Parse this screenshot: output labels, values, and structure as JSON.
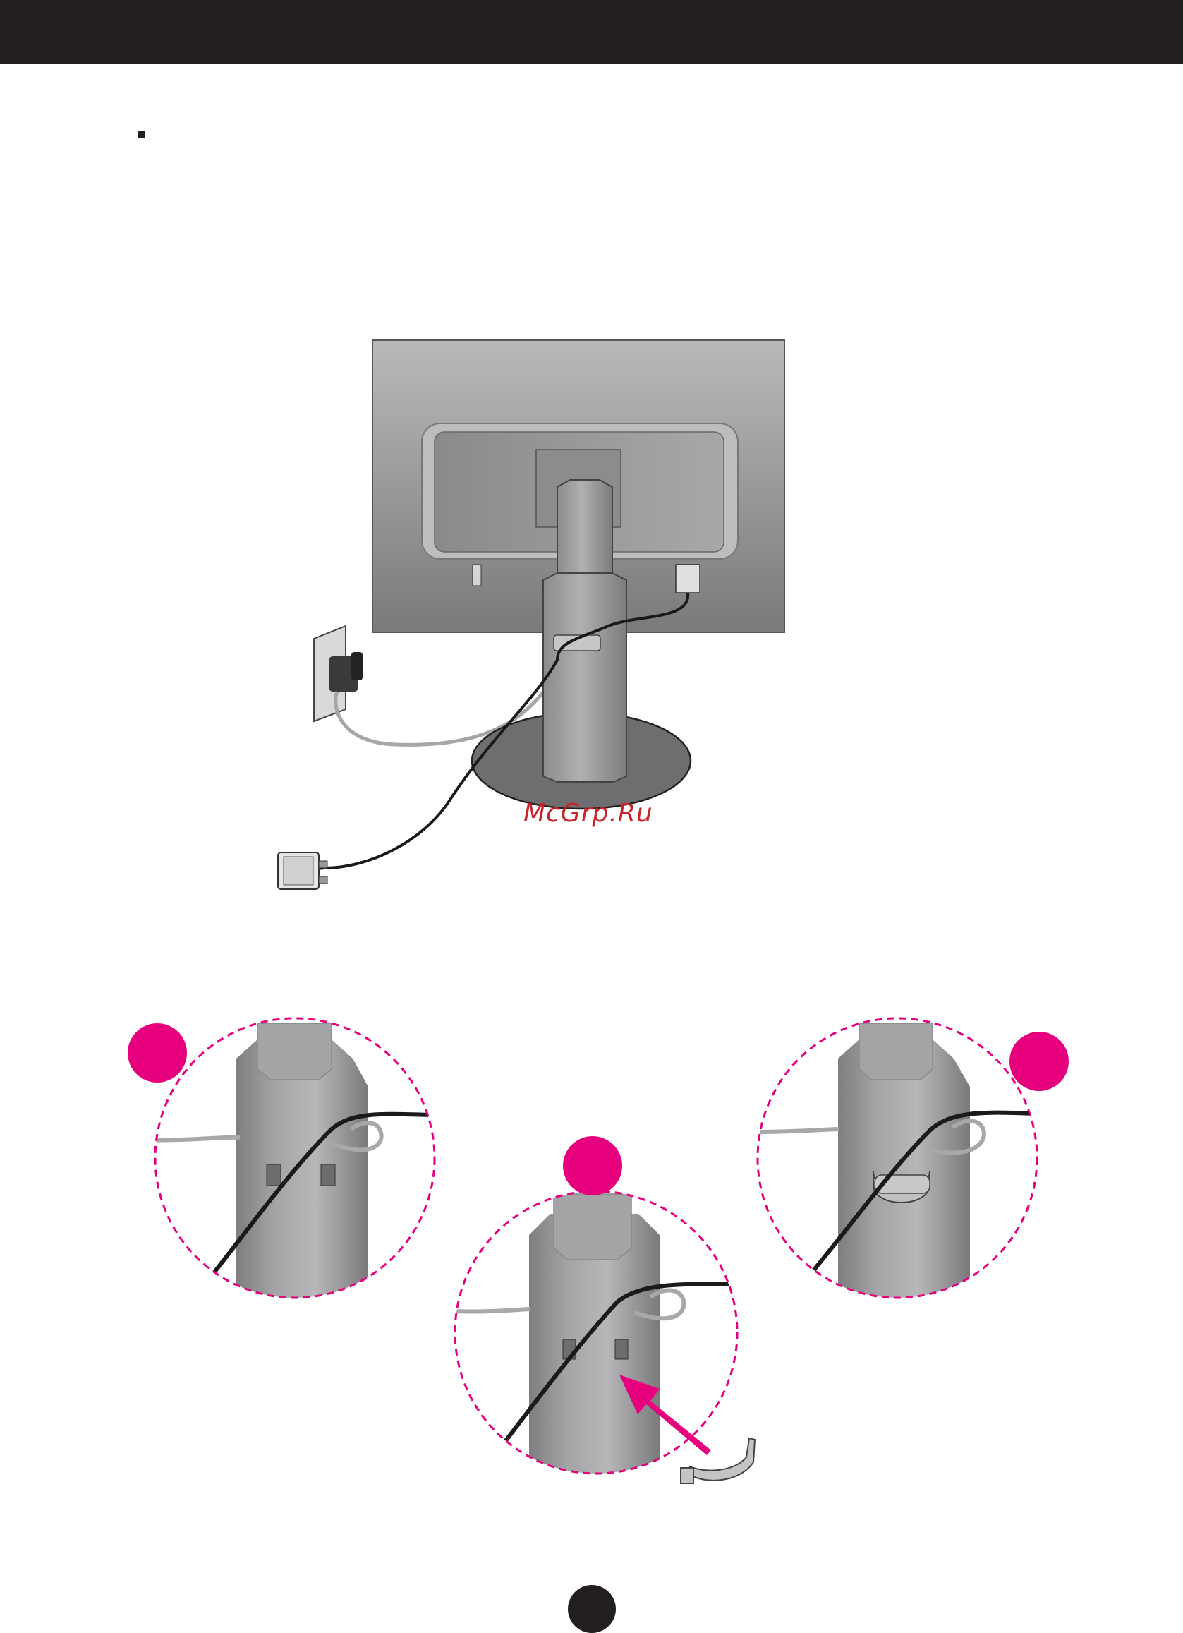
{
  "header": {
    "bar_color": "#231f20"
  },
  "watermark": {
    "text": "McGrp.Ru",
    "color": "#c8242b"
  },
  "figures": {
    "main": {
      "icon": "monitor-rear-view-with-cable-management"
    },
    "steps": [
      {
        "icon": "cable-holder-step-1",
        "marker_color": "#e6007e"
      },
      {
        "icon": "cable-holder-step-2",
        "marker_color": "#e6007e"
      },
      {
        "icon": "cable-holder-step-3",
        "marker_color": "#e6007e"
      }
    ]
  },
  "colors": {
    "accent": "#e6007e",
    "dark": "#231f20"
  }
}
